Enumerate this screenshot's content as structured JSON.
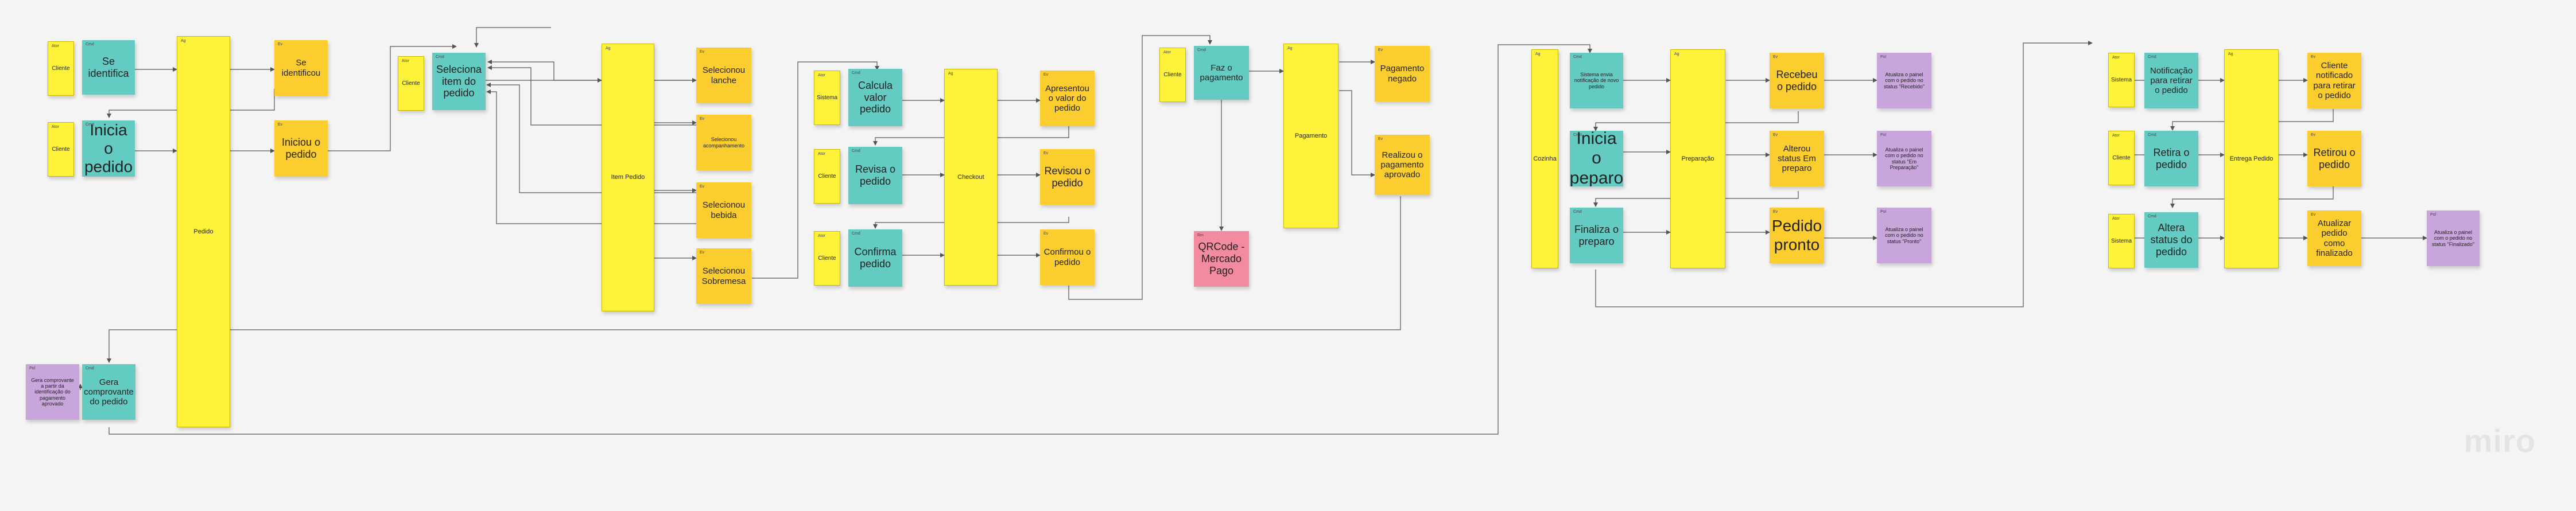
{
  "brand": "miro",
  "tags": {
    "actor": "Ator",
    "command": "Cmd",
    "event": "Ev",
    "aggregate": "Ag",
    "policy": "Pol",
    "readmodel": "Rm"
  },
  "notes": {
    "actor_cliente_1": "Cliente",
    "actor_cliente_2": "Cliente",
    "cmd_se_identifica": "Se identifica",
    "cmd_inicia_pedido": "Inicia o pedido",
    "agg_pedido": "Pedido",
    "ev_se_identificou": "Se identificou",
    "ev_iniciou_pedido": "Iniciou o pedido",
    "actor_cliente_3": "Cliente",
    "cmd_seleciona_item": "Seleciona item do pedido",
    "agg_item_pedido": "Item Pedido",
    "ev_selecionou_lanche": "Selecionou lanche",
    "ev_selecionou_acompanhamento": "Selecionou acompanhamento",
    "ev_selecionou_bebida": "Selecionou bebida",
    "ev_selecionou_sobremesa": "Selecionou Sobremesa",
    "actor_sistema_1": "Sistema",
    "cmd_calcula_valor": "Calcula valor pedido",
    "actor_cliente_4": "Cliente",
    "cmd_revisa_pedido": "Revisa o pedido",
    "actor_cliente_5": "Cliente",
    "cmd_confirma_pedido": "Confirma pedido",
    "agg_checkout": "Checkout",
    "ev_apresentou_valor": "Apresentou o valor do pedido",
    "ev_revisou_pedido": "Revisou o pedido",
    "ev_confirmou_pedido": "Confirmou o pedido",
    "actor_cliente_6": "Cliente",
    "cmd_faz_pagamento": "Faz o pagamento",
    "agg_pagamento": "Pagamento",
    "ev_pagamento_negado": "Pagamento negado",
    "ev_realizou_pagamento": "Realizou o pagamento aprovado",
    "rm_qrcode": "QRCode - Mercado Pago",
    "pol_gera_comprovante": "Gera comprovante a partir da identificação do pagamento aprovado",
    "cmd_gera_comprovante": "Gera comprovante do pedido",
    "agg_cozinha": "Cozinha",
    "cmd_sistema_envia_notificacao": "Sistema envia notificação de novo pedido",
    "cmd_inicia_preparo": "Inicia o peparo",
    "cmd_finaliza_preparo": "Finaliza o preparo",
    "agg_preparacao": "Preparação",
    "ev_recebeu_pedido": "Recebeu o pedido",
    "ev_alterou_status": "Alterou status Em preparo",
    "ev_pedido_pronto": "Pedido pronto",
    "pol_atualiza_recebido": "Atualiza o painel com o pedido no status \"Recebido\"",
    "pol_atualiza_em_preparacao": "Atualiza o painel com o pedido no status \"Em Preparação\"",
    "pol_atualiza_pronto": "Atualiza o painel com o pedido no status \"Pronto\"",
    "actor_sistema_2": "Sistema",
    "cmd_notificacao_retirar": "Notificação para retirar o pedido",
    "actor_cliente_7": "Cliente",
    "cmd_retira_pedido": "Retira o pedido",
    "actor_sistema_3": "Sistema",
    "cmd_altera_status": "Altera status do pedido",
    "agg_entrega_pedido": "Entrega Pedido",
    "ev_cliente_notificado": "Cliente notificado para retirar o pedido",
    "ev_retirou_pedido": "Retirou o pedido",
    "ev_atualizar_finalizado": "Atualizar pedido como finalizado",
    "pol_atualiza_finalizado": "Atualiza o painel com o pedido no status \"Finalizado\""
  },
  "colors": {
    "aggregate": "#fff23a",
    "event": "#fbcd2e",
    "command": "#63cbc2",
    "policy": "#c8a6dc",
    "readmodel": "#f28aa0",
    "connector": "#555555"
  }
}
